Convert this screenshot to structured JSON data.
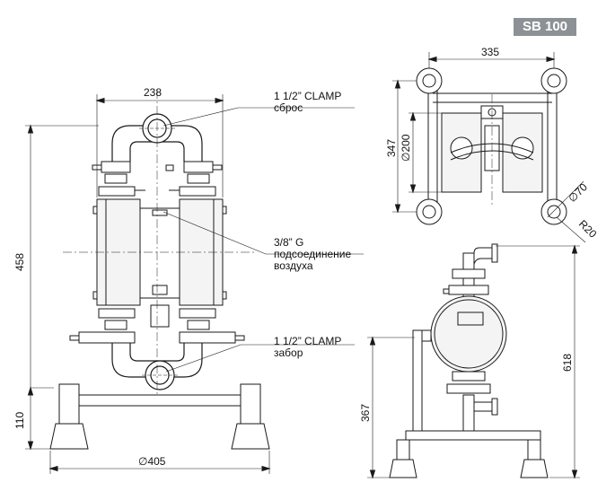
{
  "model_badge": "SB 100",
  "dimensions": {
    "front_width": "238",
    "front_height": "458",
    "front_base_height": "110",
    "front_base_diameter": "∅405",
    "top_width": "335",
    "top_depth": "347",
    "top_bolt_circle": "∅200",
    "top_hole": "∅70",
    "top_radius": "R20",
    "side_height": "618",
    "side_inlet_height": "367"
  },
  "callouts": {
    "outlet": {
      "line1": "1 1/2” CLAMP",
      "line2": "сброс"
    },
    "air": {
      "line1": "3/8” G",
      "line2": "подсоединение",
      "line3": "воздуха"
    },
    "inlet": {
      "line1": "1 1/2” CLAMP",
      "line2": "забор"
    }
  },
  "colors": {
    "line": "#1a1a1a",
    "badge_bg": "#8c9196",
    "body_fill": "#f4f4f4"
  }
}
